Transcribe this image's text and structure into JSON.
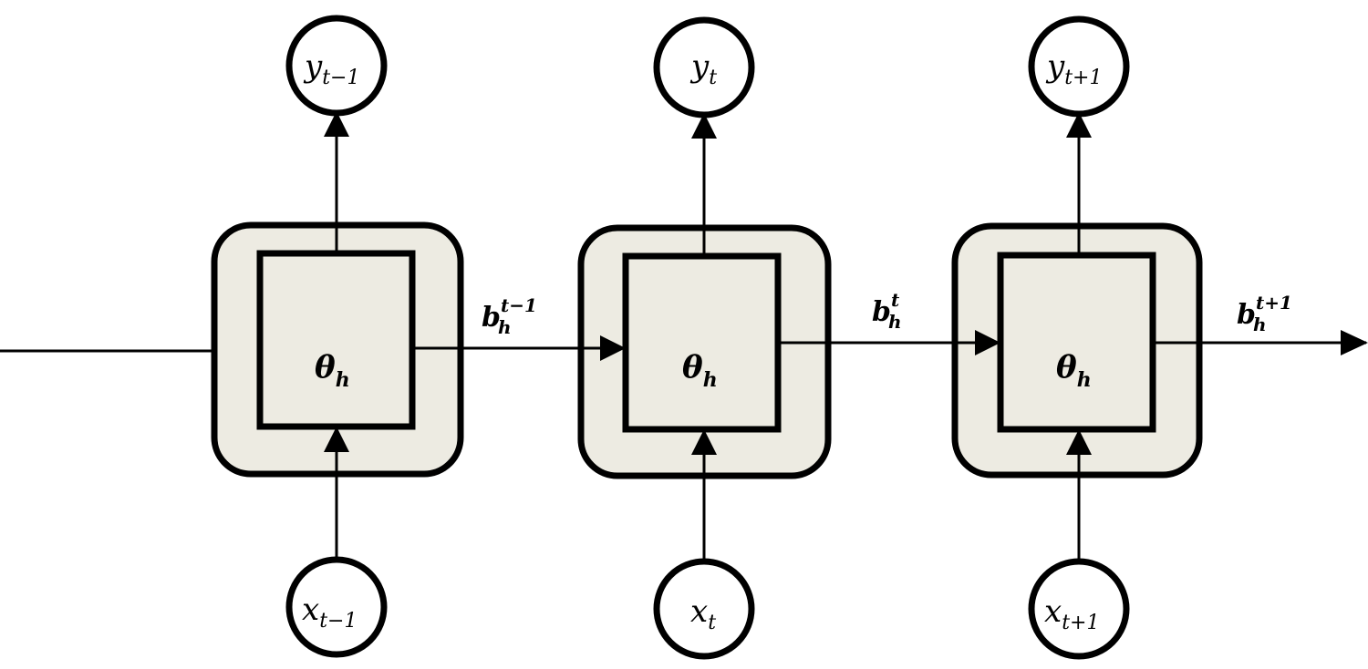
{
  "diagram": {
    "cells": [
      {
        "id": "cell-1",
        "param": {
          "symbol": "θ",
          "sub": "h"
        }
      },
      {
        "id": "cell-2",
        "param": {
          "symbol": "θ",
          "sub": "h"
        }
      },
      {
        "id": "cell-3",
        "param": {
          "symbol": "θ",
          "sub": "h"
        }
      }
    ],
    "outputs": [
      {
        "symbol": "y",
        "sub": "t−1"
      },
      {
        "symbol": "y",
        "sub": "t"
      },
      {
        "symbol": "y",
        "sub": "t+1"
      }
    ],
    "inputs": [
      {
        "symbol": "x",
        "sub": "t−1"
      },
      {
        "symbol": "x",
        "sub": "t"
      },
      {
        "symbol": "x",
        "sub": "t+1"
      }
    ],
    "hidden_states": [
      {
        "symbol": "b",
        "sub": "h",
        "sup": "t−1"
      },
      {
        "symbol": "b",
        "sub": "h",
        "sup": "t"
      },
      {
        "symbol": "b",
        "sub": "h",
        "sup": "t+1"
      }
    ],
    "colors": {
      "cell_fill": "#edebe2",
      "stroke": "#000000",
      "circle_fill": "#ffffff"
    }
  }
}
